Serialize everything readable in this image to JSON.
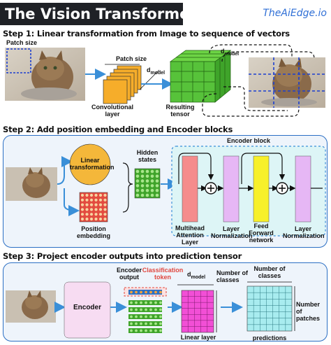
{
  "header": {
    "title": "The Vision Transformer",
    "brand": "TheAiEdge.io"
  },
  "step1": {
    "heading": "Step 1: Linear transformation from Image to sequence of vectors",
    "patch_size_label": "Patch size",
    "patch_size_top_label": "Patch size",
    "conv_layer_label_1": "Convolutional",
    "conv_layer_label_2": "layer",
    "d_model_label": "d",
    "d_model_sub": "model",
    "resulting_tensor_label_1": "Resulting",
    "resulting_tensor_label_2": "tensor",
    "d_model_top_label": "d",
    "d_model_top_sub": "model"
  },
  "step2": {
    "heading": "Step 2: Add position embedding and Encoder blocks",
    "linear_transformation_1": "Linear",
    "linear_transformation_2": "transformation",
    "hidden_states_1": "Hidden",
    "hidden_states_2": "states",
    "position_embedding_1": "Position",
    "position_embedding_2": "embedding",
    "encoder_block_label": "Encoder block",
    "multihead_1": "Multihead",
    "multihead_2": "Attention",
    "multihead_3": "Layer",
    "layer_norm1_1": "Layer",
    "layer_norm1_2": "Normalization",
    "feed_forward_1": "Feed",
    "feed_forward_2": "Forward",
    "feed_forward_3": "network",
    "layer_norm2_1": "Layer",
    "layer_norm2_2": "Normalization",
    "colors": {
      "multihead": "#f58c8c",
      "layer_norm": "#e6b7f5",
      "feed_forward": "#f7f02a"
    }
  },
  "step3": {
    "heading": "Step 3: Project encoder outputs into prediction tensor",
    "encoder_label": "Encoder",
    "encoder_output_1": "Encoder",
    "encoder_output_2": "output",
    "classification_1": "Classification",
    "classification_2": "token",
    "d_model_label": "d",
    "d_model_sub": "model",
    "number_of_classes_1": "Number of",
    "number_of_classes_2": "classes",
    "linear_layer_label": "Linear layer",
    "top_number_classes_1": "Number of",
    "top_number_classes_2": "classes",
    "number_of_patches_1": "Number",
    "number_of_patches_2": "of",
    "number_of_patches_3": "patches",
    "predictions_label": "predictions",
    "colors": {
      "encoder_box": "#f7dcf2",
      "linear_layer": "#f24fd6",
      "predictions": "#a8ecef",
      "classification": "#e0473f"
    }
  }
}
